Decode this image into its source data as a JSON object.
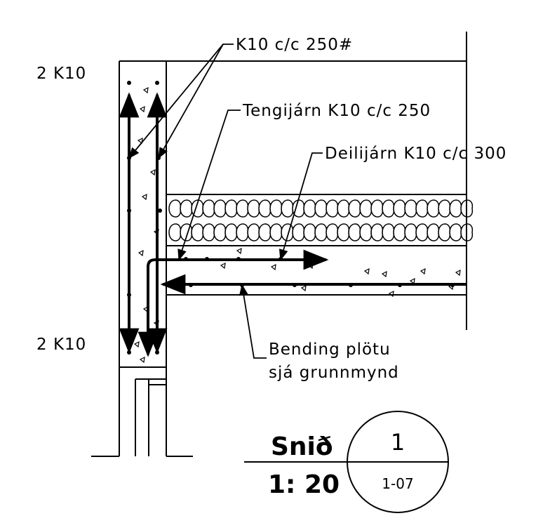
{
  "labels": {
    "top_rebar_count": "2 K10",
    "bottom_rebar_count": "2 K10",
    "wall_rebar": "K10 c/c 250#",
    "tie_bars": "Tengijárn K10 c/c 250",
    "distribution_bars": "Deilijárn K10 c/c 300",
    "slab_bending_line1": "Bending plötu",
    "slab_bending_line2": "sjá grunnmynd"
  },
  "title_block": {
    "section_label": "Snið",
    "scale": "1: 20",
    "section_number": "1",
    "sheet_ref": "1-07"
  }
}
